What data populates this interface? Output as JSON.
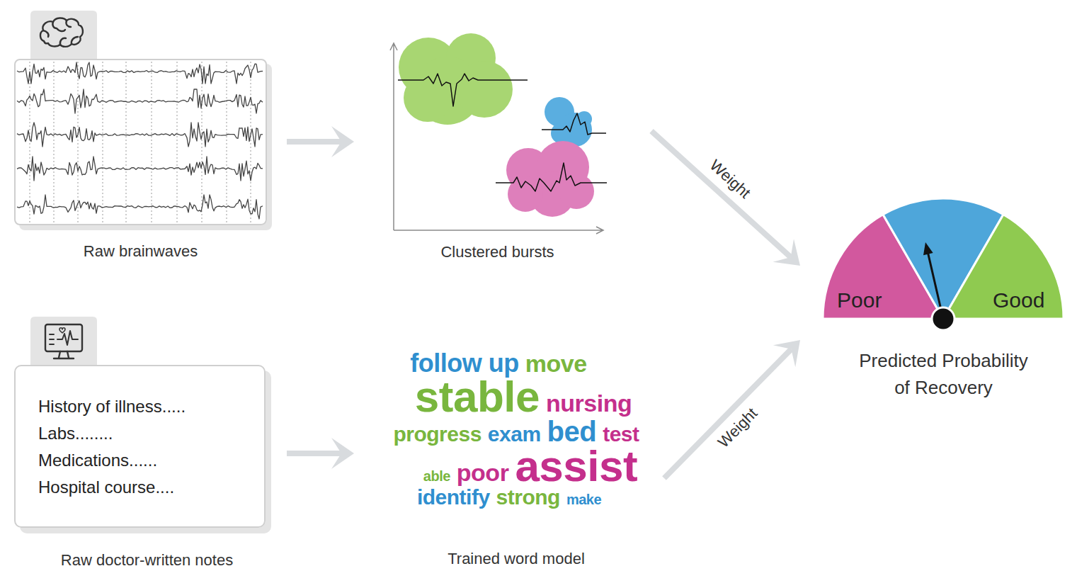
{
  "diagram": {
    "nodes": [
      {
        "text": [
          "Raw brainwaves"
        ]
      },
      {
        "text": [
          "Clustered bursts"
        ]
      },
      {
        "text": [
          "History of illness.....",
          "Labs........",
          "Medications......",
          "Hospital course....",
          "Raw doctor-written notes"
        ]
      },
      {
        "text": [
          "follow up",
          "move",
          "stable",
          "nursing",
          "progress",
          "exam",
          "bed",
          "test",
          "able",
          "poor",
          "assist",
          "identify",
          "make",
          "strong",
          "Trained word model"
        ]
      },
      {
        "text": [
          "Poor",
          "Good",
          "Predicted Probability of Recovery"
        ]
      }
    ],
    "edges": [
      {
        "from": 0,
        "to": 1,
        "arrow": "to"
      },
      {
        "from": 1,
        "to": 4,
        "label": "Weight",
        "arrow": "to"
      },
      {
        "from": 2,
        "to": 3,
        "arrow": "to"
      },
      {
        "from": 3,
        "to": 4,
        "label": "Weight",
        "arrow": "to"
      }
    ]
  }
}
